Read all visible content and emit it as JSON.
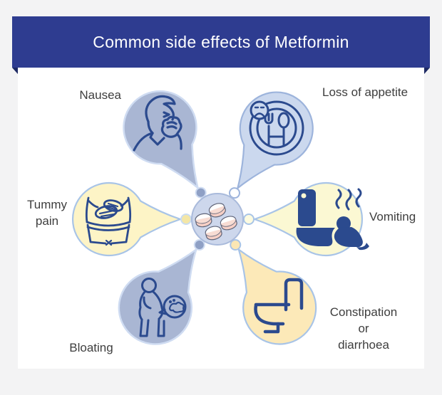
{
  "header": {
    "title": "Common side effects of Metformin",
    "bg_color": "#2e3c90",
    "fold_color": "#1e2a64",
    "text_color": "#ffffff"
  },
  "page": {
    "bg_color": "#f3f3f4",
    "card_color": "#ffffff",
    "label_color": "#3e3e3e",
    "icon_line_color": "#2b4a8e"
  },
  "center_hub": {
    "name": "metformin-tablets",
    "pill_count": 4,
    "circle_fill": "#cdd7ec",
    "circle_stroke": "#a9badb",
    "pill_top_color": "#ffffff",
    "pill_side_color": "#f6cfc5",
    "pill_outline_color": "#5f6478"
  },
  "effects": [
    {
      "id": "nausea",
      "label": "Nausea",
      "icon": "person-covering-mouth",
      "petal_color": "#a9b6d3",
      "petal_stroke": "#cfdcf2",
      "connector_fill": "#8fa0c5"
    },
    {
      "id": "loss-of-appetite",
      "label": "Loss of appetite",
      "icon": "sad-face-plate-with-fork-and-spoon",
      "petal_color": "#cbd8ee",
      "petal_stroke": "#9db4dc",
      "connector_fill": "#ffffff"
    },
    {
      "id": "tummy-pain",
      "label": "Tummy\npain",
      "icon": "hands-pressing-stomach",
      "petal_color": "#fdf4c6",
      "petal_stroke": "#a8c4e7",
      "connector_fill": "#f3e6a6"
    },
    {
      "id": "vomiting",
      "label": "Vomiting",
      "icon": "person-vomiting-into-toilet",
      "petal_color": "#fbf8d3",
      "petal_stroke": "#a8c4e7",
      "connector_fill": "#fdfbdf"
    },
    {
      "id": "bloating",
      "label": "Bloating",
      "icon": "person-with-bloated-belly-gas-bubble",
      "petal_color": "#a9b6d3",
      "petal_stroke": "#cfdcf2",
      "connector_fill": "#8fa0c5"
    },
    {
      "id": "constipation-or-diarrhoea",
      "label": "Constipation\nor\ndiarrhoea",
      "icon": "toilet-outline",
      "petal_color": "#fce9b8",
      "petal_stroke": "#a8c4e7",
      "connector_fill": "#fbe7b4"
    }
  ]
}
